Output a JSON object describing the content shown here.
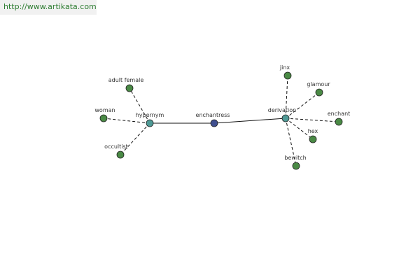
{
  "header": {
    "url": "http://www.artikata.com"
  },
  "colors": {
    "center": "#3f4f8f",
    "relation": "#4f9a96",
    "leaf": "#4a8a45",
    "edge": "#111111",
    "url_text": "#2e7d32"
  },
  "graph": {
    "nodes": [
      {
        "id": "enchantress",
        "label": "enchantress",
        "kind": "center"
      },
      {
        "id": "hypernym",
        "label": "hypernym",
        "kind": "relation"
      },
      {
        "id": "derivation",
        "label": "derivation",
        "kind": "relation"
      },
      {
        "id": "adult_female",
        "label": "adult female",
        "kind": "leaf"
      },
      {
        "id": "woman",
        "label": "woman",
        "kind": "leaf"
      },
      {
        "id": "occultist",
        "label": "occultist",
        "kind": "leaf"
      },
      {
        "id": "jinx",
        "label": "jinx",
        "kind": "leaf"
      },
      {
        "id": "glamour",
        "label": "glamour",
        "kind": "leaf"
      },
      {
        "id": "enchant",
        "label": "enchant",
        "kind": "leaf"
      },
      {
        "id": "hex",
        "label": "hex",
        "kind": "leaf"
      },
      {
        "id": "bewitch",
        "label": "bewitch",
        "kind": "leaf"
      }
    ],
    "edges": [
      {
        "from": "hypernym",
        "to": "enchantress",
        "style": "solid"
      },
      {
        "from": "enchantress",
        "to": "derivation",
        "style": "solid"
      },
      {
        "from": "hypernym",
        "to": "adult_female",
        "style": "dashed"
      },
      {
        "from": "hypernym",
        "to": "woman",
        "style": "dashed"
      },
      {
        "from": "hypernym",
        "to": "occultist",
        "style": "dashed"
      },
      {
        "from": "derivation",
        "to": "jinx",
        "style": "dashed"
      },
      {
        "from": "derivation",
        "to": "glamour",
        "style": "dashed"
      },
      {
        "from": "derivation",
        "to": "enchant",
        "style": "dashed"
      },
      {
        "from": "derivation",
        "to": "hex",
        "style": "dashed"
      },
      {
        "from": "derivation",
        "to": "bewitch",
        "style": "dashed"
      }
    ]
  }
}
